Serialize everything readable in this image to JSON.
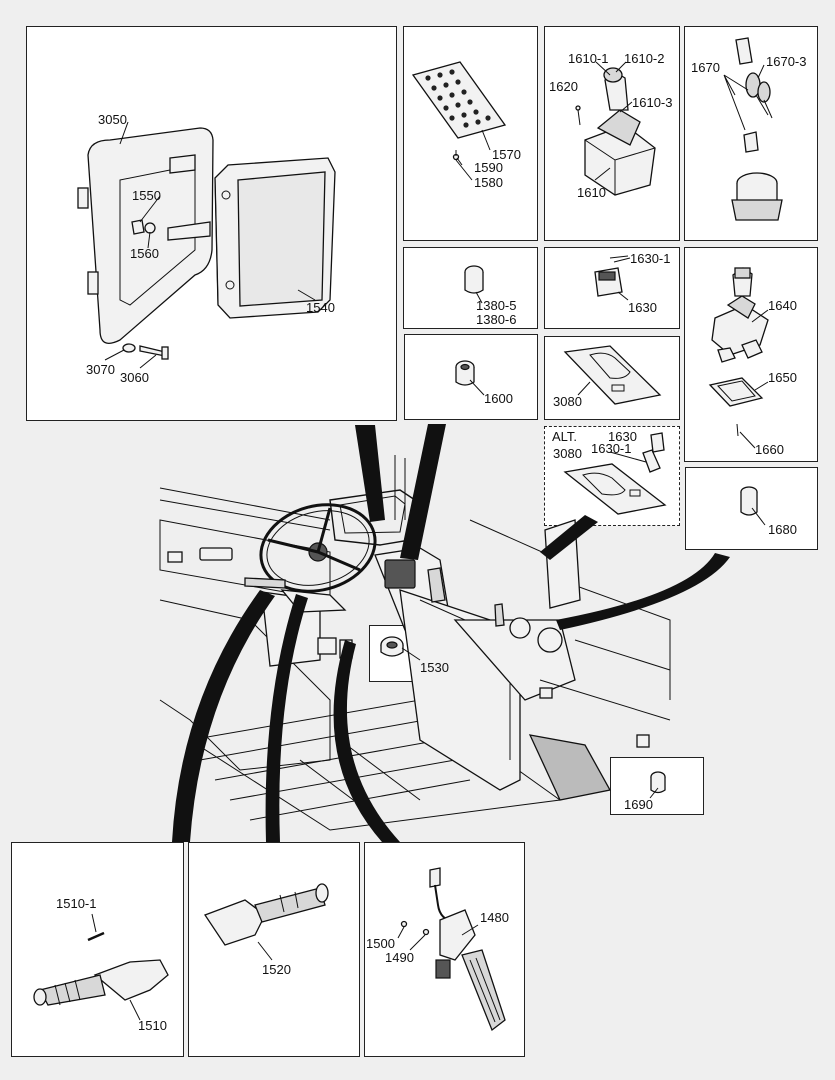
{
  "labels": {
    "p3050": "3050",
    "p1550": "1550",
    "p1560": "1560",
    "p1540": "1540",
    "p3070": "3070",
    "p3060": "3060",
    "p1570": "1570",
    "p1590": "1590",
    "p1580": "1580",
    "p1610_1": "1610-1",
    "p1610_2": "1610-2",
    "p1620": "1620",
    "p1610_3": "1610-3",
    "p1610": "1610",
    "p1670": "1670",
    "p1670_3": "1670-3",
    "p1380_5": "1380-5",
    "p1380_6": "1380-6",
    "p1630_1a": "1630-1",
    "p1630a": "1630",
    "p1640": "1640",
    "p1650": "1650",
    "p1660": "1660",
    "p1600": "1600",
    "p3080a": "3080",
    "alt": "ALT.",
    "p1630b": "1630",
    "p1630_1b": "1630-1",
    "p3080b": "3080",
    "p1680": "1680",
    "p1530": "1530",
    "p1690": "1690",
    "p1510_1": "1510-1",
    "p1510": "1510",
    "p1520": "1520",
    "p1480": "1480",
    "p1500": "1500",
    "p1490": "1490"
  }
}
